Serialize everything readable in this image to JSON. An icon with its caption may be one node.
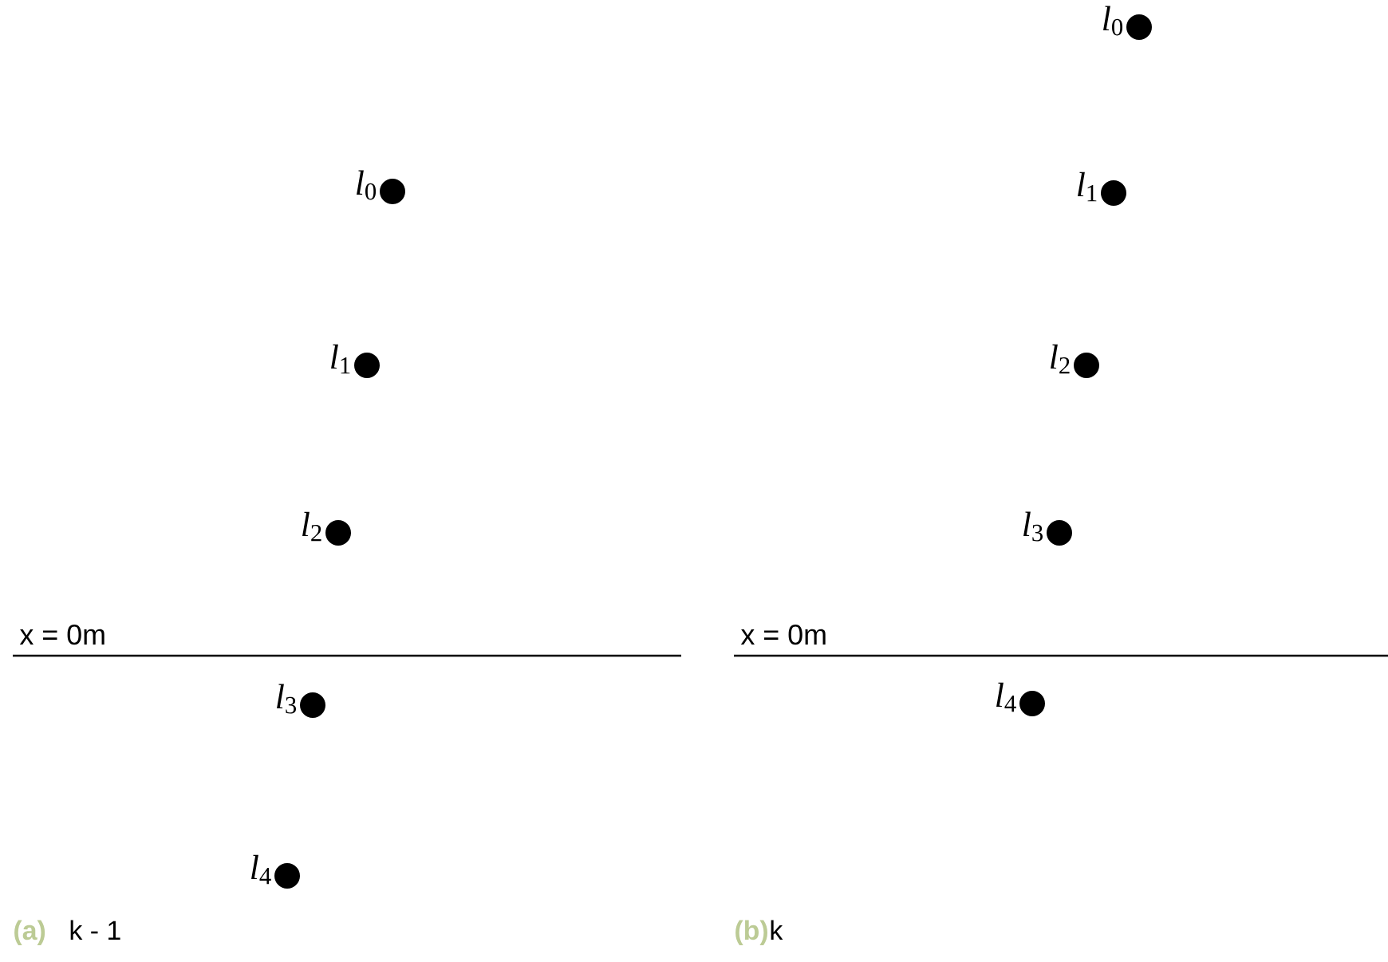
{
  "diagram": {
    "nodes": [
      {
        "text": [],
        "shape": "circle",
        "beside": [
          "*l*$_{0}$"
        ]
      },
      {
        "text": [],
        "shape": "circle",
        "beside": [
          "*l*$_{1}$"
        ]
      },
      {
        "text": [],
        "shape": "circle",
        "beside": [
          "*l*$_{2}$"
        ]
      },
      {
        "text": [],
        "shape": "circle",
        "beside": [
          "*l*$_{3}$"
        ]
      },
      {
        "text": [],
        "shape": "circle",
        "beside": [
          "*l*$_{4}$"
        ]
      },
      {
        "text": [],
        "shape": "circle",
        "beside": [
          "*l*$_{0}$"
        ]
      },
      {
        "text": [],
        "shape": "circle",
        "beside": [
          "*l*$_{1}$"
        ]
      },
      {
        "text": [],
        "shape": "circle",
        "beside": [
          "*l*$_{2}$"
        ]
      },
      {
        "text": [],
        "shape": "circle",
        "beside": [
          "*l*$_{3}$"
        ]
      },
      {
        "text": [],
        "shape": "circle",
        "beside": [
          "*l*$_{4}$"
        ]
      }
    ],
    "labels": [
      "x = 0m",
      "(a)",
      "k - 1",
      "x = 0m",
      "(b)",
      "k"
    ]
  }
}
